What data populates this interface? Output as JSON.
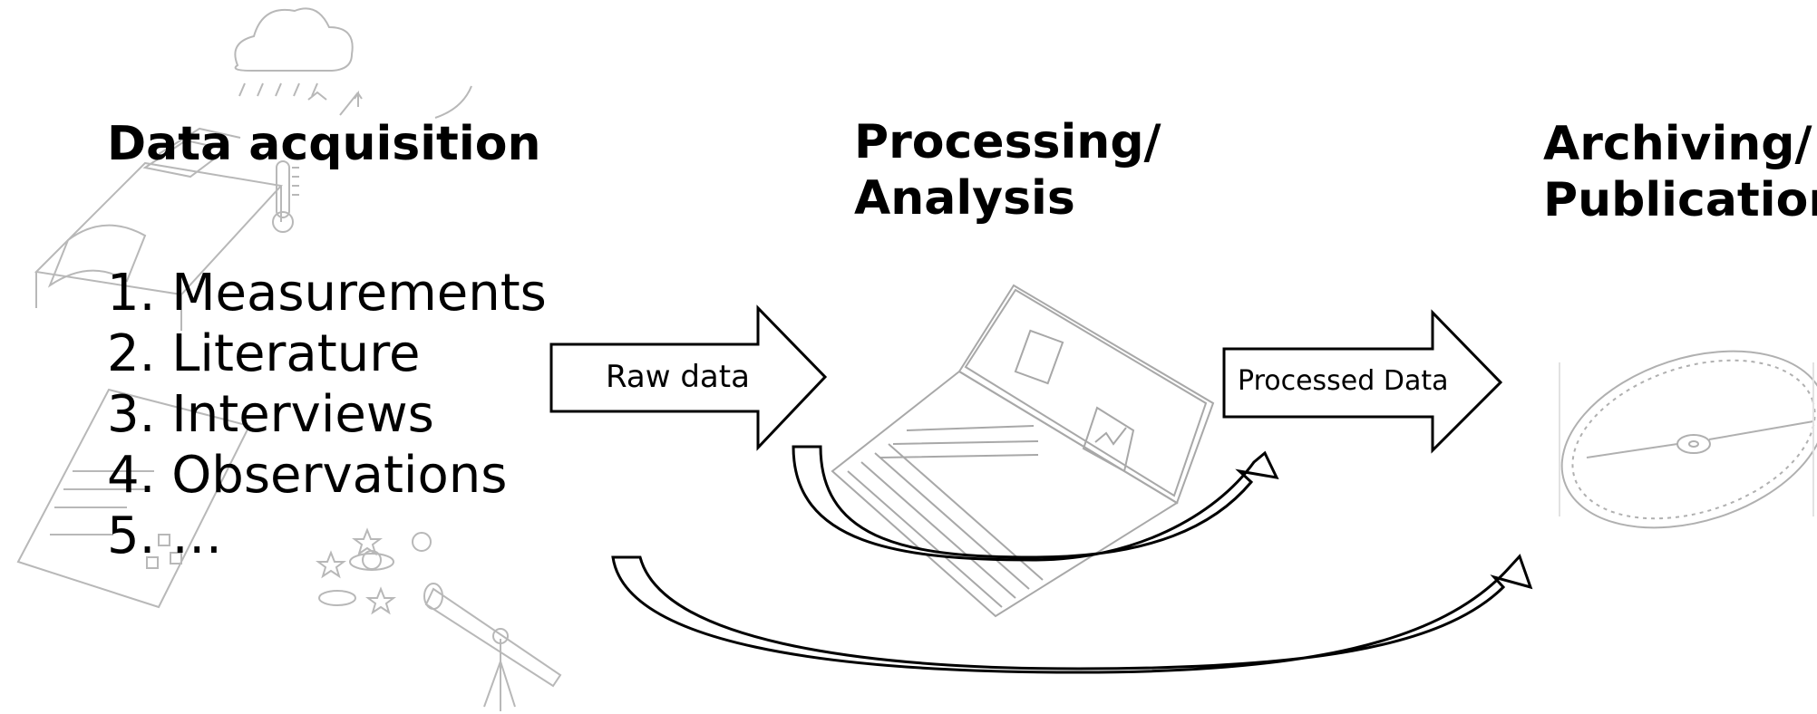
{
  "stages": [
    {
      "id": "acquisition",
      "title": "Data acquisition"
    },
    {
      "id": "processing",
      "title_line1": "Processing/",
      "title_line2": "Analysis"
    },
    {
      "id": "archiving",
      "title_line1": "Archiving/",
      "title_line2": "Publication"
    }
  ],
  "acquisition_items": [
    "1. Measurements",
    "2. Literature",
    "3. Interviews",
    "4. Observations",
    "5. …"
  ],
  "arrows": {
    "raw_data": "Raw data",
    "processed_data": "Processed Data"
  },
  "colors": {
    "line": "#000000",
    "sketch": "#b8b8b8",
    "background": "#ffffff"
  },
  "illustrations": [
    "sketch-cloud-icon",
    "sketch-thermometer-icon",
    "sketch-books-icon",
    "sketch-questionnaire-icon",
    "sketch-telescope-icon",
    "sketch-planets-icon",
    "sketch-laptop-icon",
    "sketch-disc-icon"
  ]
}
